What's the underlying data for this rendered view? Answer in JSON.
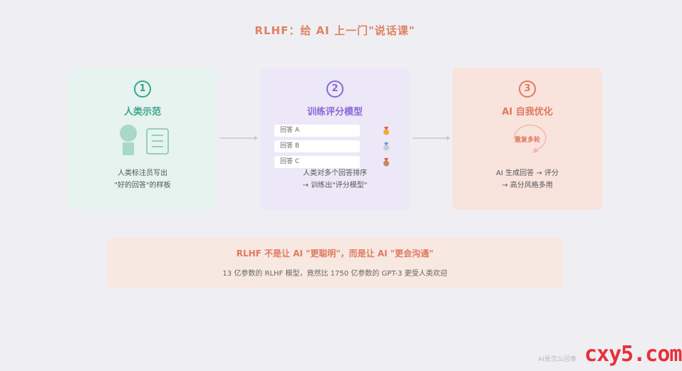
{
  "title": "RLHF：给 AI 上一门\"说话课\"",
  "steps": [
    {
      "number": "1",
      "title": "人类示范",
      "desc_line1": "人类标注员写出",
      "desc_line2": "\"好的回答\"的样板"
    },
    {
      "number": "2",
      "title": "训练评分模型",
      "answers": [
        "回答 A",
        "回答 B",
        "回答 C"
      ],
      "desc_line1": "人类对多个回答排序",
      "desc_line2": "→ 训练出\"评分模型\""
    },
    {
      "number": "3",
      "title": "AI 自我优化",
      "cycle_label": "重复多轮",
      "desc_line1": "AI 生成回答 → 评分",
      "desc_line2": "→ 高分风格多用"
    }
  ],
  "banner": {
    "title": "RLHF 不是让 AI \"更聪明\"，而是让 AI \"更会沟通\"",
    "subtitle": "13 亿参数的 RLHF 模型，竟然比 1750 亿参数的 GPT-3 更受人类欢迎"
  },
  "watermark": "AI是怎么回事",
  "brand": "cxy5.com",
  "colors": {
    "step1": "#3aa58b",
    "step2": "#8a67d8",
    "step3": "#e07a60",
    "title": "#e08060"
  }
}
